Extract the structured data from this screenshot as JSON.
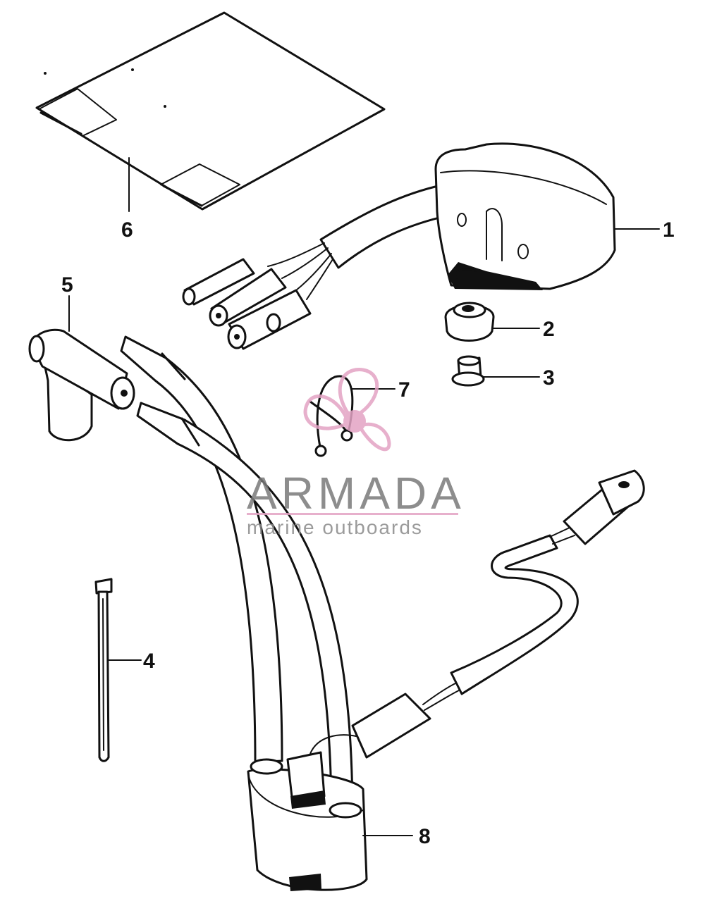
{
  "callouts": [
    "1",
    "2",
    "3",
    "4",
    "5",
    "6",
    "7",
    "8"
  ],
  "watermark": {
    "name": "ARMADA",
    "tagline": "marine outboards",
    "accent_color": "#e3a3c4",
    "text_color": "#7a7a7a"
  },
  "line_color": "#111111",
  "background_color": "#ffffff"
}
